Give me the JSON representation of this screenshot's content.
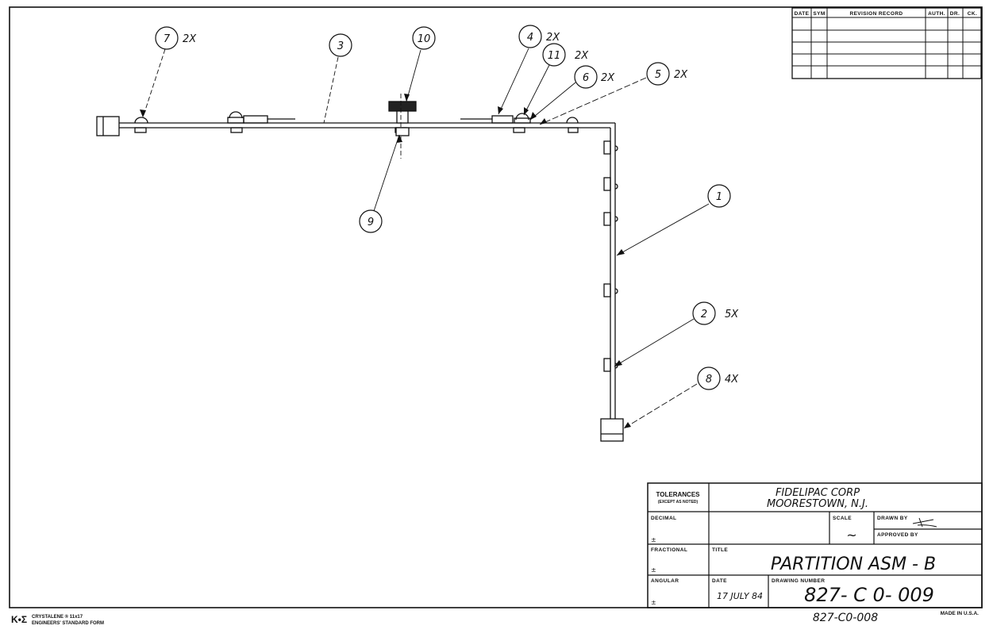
{
  "revision_block": {
    "headers": [
      "DATE",
      "SYM",
      "REVISION RECORD",
      "AUTH.",
      "DR.",
      "CK."
    ]
  },
  "callouts": [
    {
      "num": "7",
      "qty": "2X"
    },
    {
      "num": "3",
      "qty": ""
    },
    {
      "num": "10",
      "qty": ""
    },
    {
      "num": "4",
      "qty": "2X"
    },
    {
      "num": "11",
      "qty": "2X"
    },
    {
      "num": "6",
      "qty": "2X"
    },
    {
      "num": "5",
      "qty": "2X"
    },
    {
      "num": "9",
      "qty": ""
    },
    {
      "num": "1",
      "qty": ""
    },
    {
      "num": "2",
      "qty": "5X"
    },
    {
      "num": "8",
      "qty": "4X"
    }
  ],
  "title_block": {
    "tolerances_label": "TOLERANCES",
    "tolerances_sub": "(EXCEPT AS NOTED)",
    "company_line1": "FIDELIPAC CORP",
    "company_line2": "MOORESTOWN, N.J.",
    "decimal_label": "DECIMAL",
    "fractional_label": "FRACTIONAL",
    "angular_label": "ANGULAR",
    "plus_minus": "±",
    "scale_label": "SCALE",
    "scale_value": "~",
    "drawn_by_label": "DRAWN BY",
    "approved_by_label": "APPROVED BY",
    "title_label": "TITLE",
    "title_value": "PARTITION ASM - B",
    "date_label": "DATE",
    "date_value": "17 JULY 84",
    "drawing_number_label": "DRAWING NUMBER",
    "drawing_number_value": "827- C 0- 009"
  },
  "footer": {
    "brand_mark": "K•Σ",
    "form_line1": "CRYSTALENE ® 11x17",
    "form_line2": "ENGINEERS' STANDARD FORM",
    "handwritten_number": "827-C0-008",
    "made_in": "MADE IN U.S.A."
  }
}
